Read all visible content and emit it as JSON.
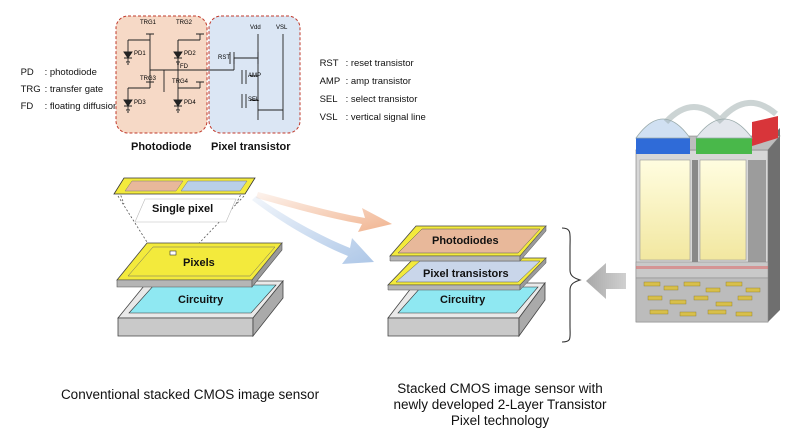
{
  "left_legend": [
    {
      "abbr": "PD",
      "desc": "photodiode"
    },
    {
      "abbr": "TRG",
      "desc": "transfer gate"
    },
    {
      "abbr": "FD",
      "desc": "floating diffusion"
    }
  ],
  "right_legend": [
    {
      "abbr": "RST",
      "desc": "reset transistor"
    },
    {
      "abbr": "AMP",
      "desc": "amp transistor"
    },
    {
      "abbr": "SEL",
      "desc": "select transistor"
    },
    {
      "abbr": "VSL",
      "desc": "vertical signal line"
    }
  ],
  "circuit": {
    "trg": [
      "TRG1",
      "TRG2",
      "TRG3",
      "TRG4"
    ],
    "pd": [
      "PD1",
      "PD2",
      "PD3",
      "PD4"
    ],
    "fd": "FD",
    "vdd": "Vdd",
    "vsl": "VSL",
    "rst": "RST",
    "amp": "AMP",
    "sel": "SEL"
  },
  "regions": {
    "photodiode": "Photodiode",
    "pixel_transistor": "Pixel transistor",
    "single_pixel": "Single pixel"
  },
  "conventional": {
    "pixels": "Pixels",
    "circuitry": "Circuitry",
    "caption": "Conventional stacked CMOS image sensor"
  },
  "new_sensor": {
    "photodiodes": "Photodiodes",
    "pixel_transistors": "Pixel transistors",
    "circuitry": "Circuitry",
    "caption_lines": [
      "Stacked CMOS image sensor with",
      "newly developed 2-Layer Transistor",
      "Pixel technology"
    ]
  },
  "colors": {
    "photodiode_region": "#f6d9c6",
    "transistor_region": "#dbe6f4",
    "region_border": "#c0392b",
    "yellow_layer": "#f3ea3c",
    "cyan_layer": "#8fe8f2",
    "grey_block": "#c9c9c9",
    "photodiode_layer": "#e8b89a",
    "arrow_orange": "#f0b08a",
    "arrow_blue": "#a9c4e6",
    "filter_blue": "#2f6bd8",
    "filter_green": "#49b84a",
    "filter_red": "#d8353a"
  }
}
